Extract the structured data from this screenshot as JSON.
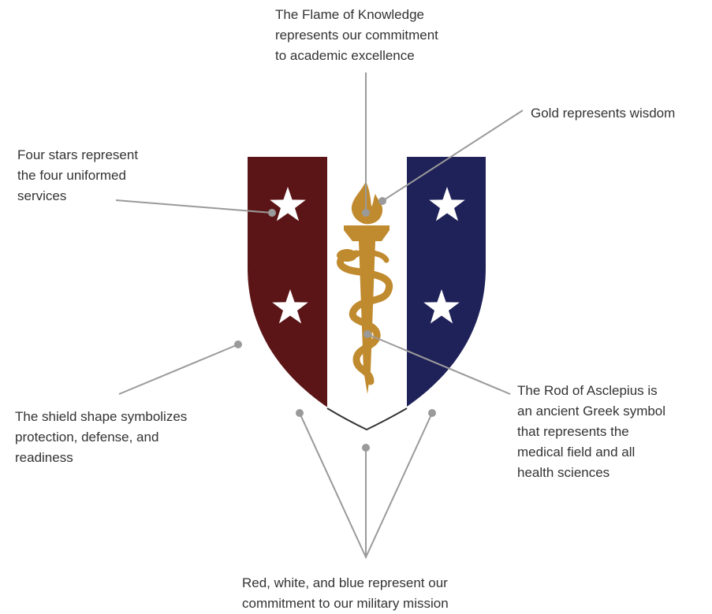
{
  "annotations": {
    "flame": "The Flame of Knowledge\nrepresents our commitment\nto academic excellence",
    "gold": "Gold represents wisdom",
    "stars": "Four stars represent\nthe four uniformed\nservices",
    "shield": "The shield shape symbolizes\nprotection, defense, and\nreadiness",
    "rod": "The Rod of Asclepius is\nan ancient Greek symbol\nthat represents the\nmedical field and all\nhealth sciences",
    "colors": "Red, white, and blue represent our\ncommitment to our military mission"
  },
  "colors": {
    "red_panel": "#5c1517",
    "white_panel": "#ffffff",
    "blue_panel": "#1f2159",
    "gold": "#c08a2e",
    "leader_line": "#9a9a9a",
    "text": "#333333"
  },
  "icons": {
    "star": "star-icon",
    "torch": "torch-icon",
    "serpent": "serpent-icon"
  }
}
